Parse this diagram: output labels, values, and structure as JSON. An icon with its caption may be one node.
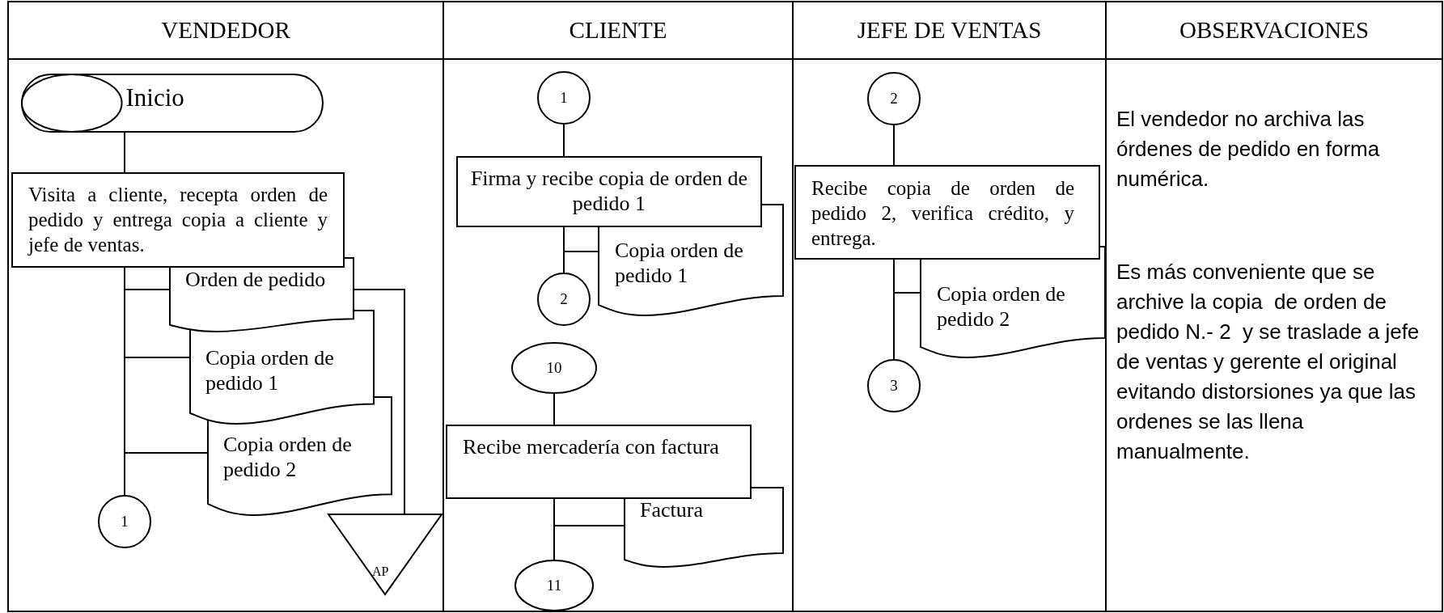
{
  "diagram": {
    "nodes": [
      {
        "text": [
          "VENDEDOR"
        ]
      },
      {
        "text": [
          "CLIENTE"
        ]
      },
      {
        "text": [
          "JEFE DE VENTAS"
        ]
      },
      {
        "text": [
          "OBSERVACIONES",
          "El vendedor no archiva las órdenes de pedido en forma numérica.",
          "Es más conveniente que se archive la copia  de orden de pedido N.- 2  y se traslade a jefe de ventas y gerente el original evitando distorsiones ya que las ordenes se las llena manualmente."
        ]
      },
      {
        "text": [
          "Inicio"
        ],
        "in": 0
      },
      {
        "text": [
          "Visita a cliente, recepta orden de pedido y entrega copia a cliente  y jefe de ventas."
        ],
        "in": 0
      },
      {
        "text": [
          "Orden de pedido"
        ],
        "in": 0
      },
      {
        "text": [
          "Copia orden de pedido 1"
        ],
        "in": 0
      },
      {
        "text": [
          "Copia orden de pedido 2"
        ],
        "in": 0
      },
      {
        "text": [
          "1"
        ],
        "in": 0
      },
      {
        "text": [
          "AP"
        ],
        "in": 0
      },
      {
        "text": [
          "1"
        ],
        "in": 1
      },
      {
        "text": [
          "Firma y recibe copia de orden de pedido 1"
        ],
        "in": 1
      },
      {
        "text": [
          "Copia orden de pedido 1"
        ],
        "in": 1
      },
      {
        "text": [
          "2"
        ],
        "in": 1
      },
      {
        "text": [
          "10"
        ],
        "in": 1
      },
      {
        "text": [
          "Recibe mercadería con factura"
        ],
        "in": 1
      },
      {
        "text": [
          "Factura"
        ],
        "in": 1
      },
      {
        "text": [
          "11"
        ],
        "in": 1
      },
      {
        "text": [
          "2"
        ],
        "in": 2
      },
      {
        "text": [
          "Recibe  copia  de  orden  de pedido 2, verifica crédito, y entrega."
        ],
        "in": 2
      },
      {
        "text": [
          "Copia orden de pedido 2"
        ],
        "in": 2
      },
      {
        "text": [
          "3"
        ],
        "in": 2
      }
    ],
    "edges": [
      {
        "from": 4,
        "to": 5,
        "arrow": "none"
      },
      {
        "from": 5,
        "to": 6,
        "arrow": "none"
      },
      {
        "from": 5,
        "to": 7,
        "arrow": "none"
      },
      {
        "from": 5,
        "to": 8,
        "arrow": "none"
      },
      {
        "from": 5,
        "to": 9,
        "arrow": "none"
      },
      {
        "from": 6,
        "to": 10,
        "arrow": "none"
      },
      {
        "from": 11,
        "to": 12,
        "arrow": "none"
      },
      {
        "from": 12,
        "to": 13,
        "arrow": "none"
      },
      {
        "from": 12,
        "to": 14,
        "arrow": "none"
      },
      {
        "from": 15,
        "to": 16,
        "arrow": "none"
      },
      {
        "from": 16,
        "to": 17,
        "arrow": "none"
      },
      {
        "from": 16,
        "to": 18,
        "arrow": "none"
      },
      {
        "from": 19,
        "to": 20,
        "arrow": "none"
      },
      {
        "from": 20,
        "to": 21,
        "arrow": "none"
      },
      {
        "from": 20,
        "to": 22,
        "arrow": "none"
      }
    ]
  }
}
